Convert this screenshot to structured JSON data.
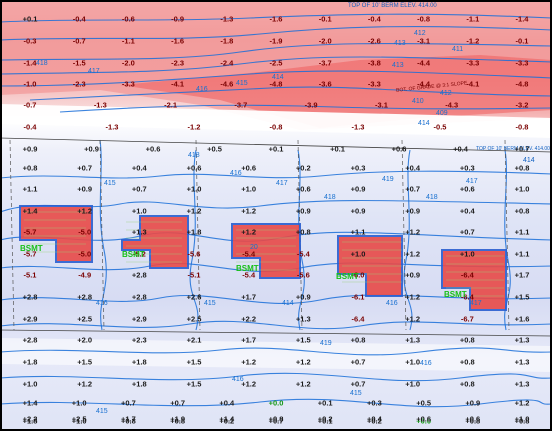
{
  "annotations": {
    "berm": "TOP OF 10' BERM ELEV. 414.00",
    "berm_right": "TOP OF 10' BERM ELEV. 414.00",
    "road": "414",
    "slope_note": "BOT. OF GRADE @ 3:1 SLOPE"
  },
  "bsmt_label": "BSMT",
  "contour_labels": [
    "418",
    "417",
    "416",
    "415",
    "414",
    "413",
    "412",
    "411",
    "410",
    "409",
    "412",
    "413",
    "414",
    "415",
    "416",
    "417",
    "418",
    "419",
    "418",
    "417",
    "416",
    "415",
    "414",
    "416",
    "417",
    "418",
    "20",
    "419",
    "416",
    "415",
    "416",
    "415"
  ],
  "grid": [
    [
      "+0.1",
      "-0.4",
      "-0.6",
      "-0.9",
      "-1.3",
      "-1.6",
      "-0.1",
      "-0.4",
      "-0.8",
      "-1.1",
      "-1.4"
    ],
    [
      "-0.3",
      "-0.7",
      "-1.1",
      "-1.6",
      "-1.8",
      "-1.9",
      "-2.0",
      "-2.6",
      "-3.1",
      "-1.2",
      "-0.1"
    ],
    [
      "-1.4",
      "-1.5",
      "-2.0",
      "-2.3",
      "-2.4",
      "-2.5",
      "-3.7",
      "-3.8",
      "-4.4",
      "-3.3",
      "-3.3"
    ],
    [
      "-1.0",
      "-2.3",
      "-3.3",
      "-4.1",
      "-4.6",
      "-4.8",
      "-3.6",
      "-3.3",
      "-4.4",
      "-4.1",
      "-4.8"
    ],
    [
      "-0.7",
      "-1.3",
      "-2.1",
      "-3.7",
      "-3.9",
      "-3.1",
      "-4.3",
      "-3.2"
    ],
    [
      "-0.4",
      "-1.3",
      "-1.2",
      "-0.8",
      "-1.3",
      "-0.5",
      "-0.8"
    ],
    [
      "+0.9",
      "+0.9",
      "+0.6",
      "+0.5",
      "+0.1",
      "+0.1",
      "+0.6",
      "+0.4",
      "+0.7"
    ],
    [
      "+0.8",
      "+0.7",
      "+0.4",
      "+0.6",
      "+0.6",
      "+0.2",
      "+0.3",
      "+0.4",
      "+0.3",
      "+0.8"
    ],
    [
      "+1.1",
      "+0.9",
      "+0.7",
      "+1.0",
      "+1.0",
      "+0.6",
      "+0.9",
      "+0.7",
      "+0.6",
      "+1.0"
    ],
    [
      "+1.4",
      "+1.2",
      "+1.0",
      "+1.2",
      "+1.2",
      "+0.9",
      "+0.9",
      "+0.9",
      "+0.4",
      "+0.8"
    ],
    [
      "-5.7",
      "-5.0",
      "+1.3",
      "+1.8",
      "+1.2",
      "+0.8",
      "+1.1",
      "+1.2",
      "+0.7",
      "+1.1"
    ],
    [
      "-5.7",
      "-5.0",
      "-5.2",
      "-5.6",
      "-5.4",
      "-5.4",
      "+1.0",
      "+1.2",
      "+1.0",
      "+1.1"
    ],
    [
      "-5.1",
      "-4.9",
      "+2.8",
      "-5.1",
      "-5.4",
      "-5.6",
      "-6.0",
      "+0.9",
      "-6.4",
      "+1.7"
    ],
    [
      "+2.8",
      "+2.8",
      "+2.8",
      "+2.6",
      "+1.7",
      "+0.9",
      "-6.1",
      "+1.2",
      "-6.4",
      "+1.5"
    ],
    [
      "+2.9",
      "+2.5",
      "+2.9",
      "+2.5",
      "+2.2",
      "+1.3",
      "-6.4",
      "+1.2",
      "-6.7",
      "+1.6"
    ],
    [
      "+2.8",
      "+2.0",
      "+2.3",
      "+2.1",
      "+1.7",
      "+1.5",
      "+0.8",
      "+1.3",
      "+0.8",
      "+1.3"
    ],
    [
      "+1.8",
      "+1.5",
      "+1.8",
      "+1.5",
      "+1.2",
      "+1.2",
      "+0.7",
      "+1.0",
      "+0.8",
      "+1.3"
    ],
    [
      "+1.0",
      "+1.2",
      "+1.8",
      "+1.5",
      "+1.2",
      "+1.2",
      "+0.7",
      "+1.0",
      "+0.8",
      "+1.3"
    ],
    [
      "+1.4",
      "+1.0",
      "+0.7",
      "+0.7",
      "+0.4",
      "+0.0",
      "+0.1",
      "+0.3",
      "+0.5",
      "+0.9",
      "+1.2"
    ],
    [
      "+1.8",
      "+1.0",
      "+0.8",
      "+0.8",
      "+0.2",
      "+0.7",
      "+0.1",
      "+0.2",
      "+0.0",
      "+0.8",
      "+0.8"
    ],
    [
      "+2.2",
      "+2.5",
      "+1.7",
      "+1.9",
      "+1.4",
      "+0.8",
      "+0.2",
      "+0.4",
      "+0.6",
      "+0.6",
      "+1.0"
    ],
    [
      "+2.8",
      "+3.0",
      "+2.3",
      "+3.0",
      "+2.3",
      "+1.6",
      "+0.8",
      "+0.5",
      "+0.5",
      "+0.7",
      "+1.1"
    ]
  ],
  "colors": {
    "cut": "#f36b6b",
    "fill": "#dfe4f6",
    "contour": "#1a6fd8",
    "pad": "#e84a48",
    "bsmt": "#16c016"
  },
  "legend": {
    "cut_fill_note": "Negative = Cut, Positive = Fill"
  }
}
